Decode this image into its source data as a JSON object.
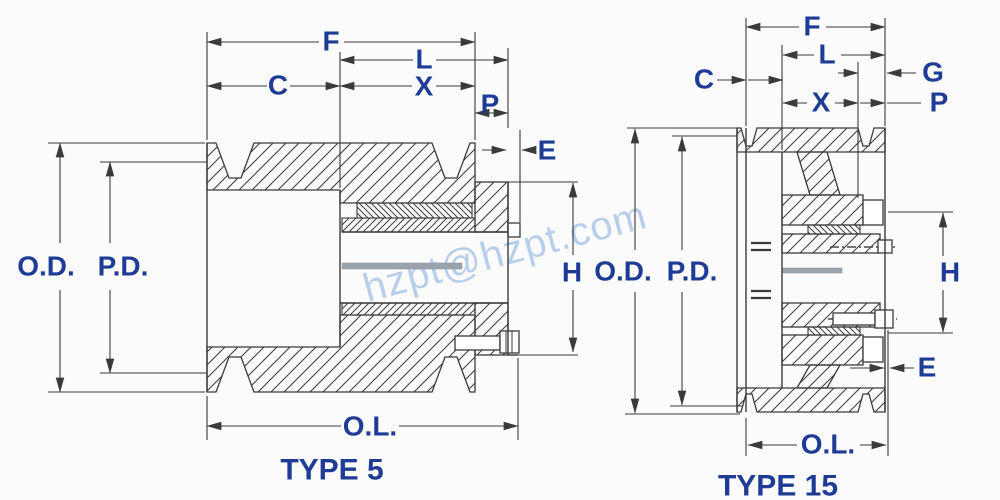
{
  "watermark": "hzpt@hzpt.com",
  "figures": [
    {
      "caption": "TYPE 5",
      "labels": {
        "f": "F",
        "l": "L",
        "c": "C",
        "x": "X",
        "p": "P",
        "e": "E",
        "od": "O.D.",
        "pd": "P.D.",
        "h": "H",
        "ol": "O.L."
      }
    },
    {
      "caption": "TYPE 15",
      "labels": {
        "f": "F",
        "l": "L",
        "c": "C",
        "g": "G",
        "p": "P",
        "x": "X",
        "od": "O.D.",
        "pd": "P.D.",
        "h": "H",
        "e": "E",
        "ol": "O.L."
      }
    }
  ],
  "colors": {
    "label_blue": "#1e3c96",
    "line": "#3a3a3a",
    "watermark_blue": "#a9c3e6",
    "key_gray": "#9aa3ad"
  }
}
